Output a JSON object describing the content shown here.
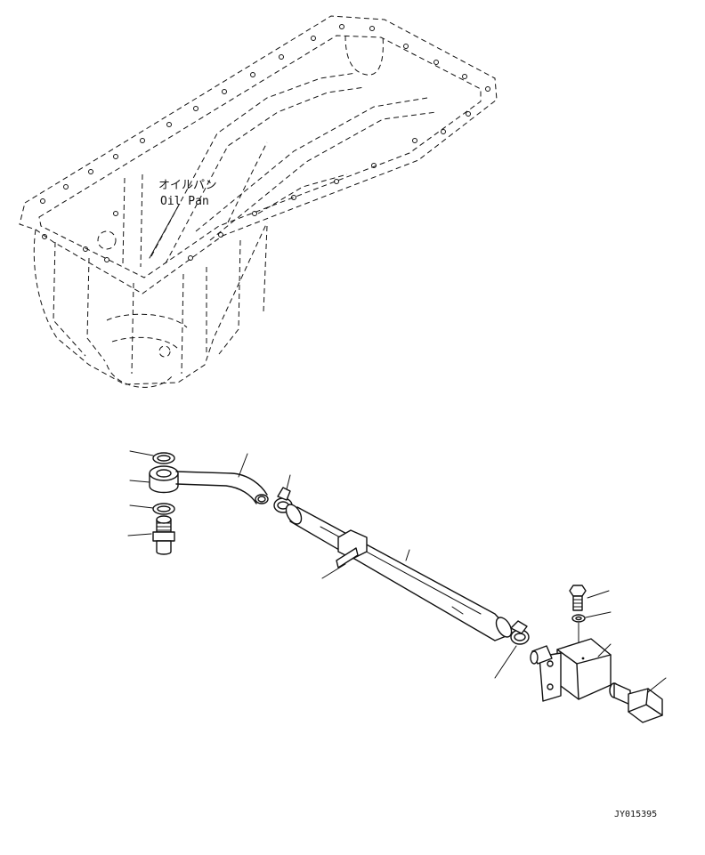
{
  "diagram": {
    "callout": {
      "jp": "オイルパン",
      "en": "Oil Pan"
    },
    "drawing_code": "JY015395"
  }
}
